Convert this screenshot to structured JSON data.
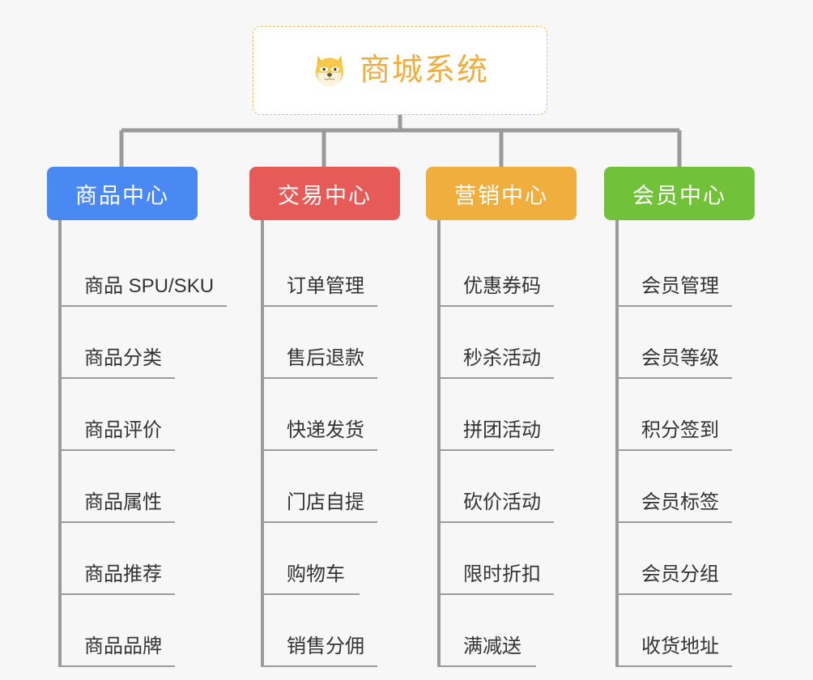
{
  "colors": {
    "background": "#f7f7f7",
    "root_border": "#f0b95a",
    "root_text": "#f0ad3e",
    "connector": "#9a9a9a",
    "leaf_text": "#333333",
    "leaf_rule": "#9a9a9a",
    "branch_blue": "#4a89f3",
    "branch_red": "#e65a58",
    "branch_orange": "#efae3e",
    "branch_green": "#72c13b"
  },
  "root": {
    "title": "商城系统",
    "icon": "dog-face-emoji"
  },
  "branches": [
    {
      "label": "商品中心",
      "color": "#4a89f3",
      "items": [
        "商品 SPU/SKU",
        "商品分类",
        "商品评价",
        "商品属性",
        "商品推荐",
        "商品品牌"
      ]
    },
    {
      "label": "交易中心",
      "color": "#e65a58",
      "items": [
        "订单管理",
        "售后退款",
        "快递发货",
        "门店自提",
        "购物车",
        "销售分佣"
      ]
    },
    {
      "label": "营销中心",
      "color": "#efae3e",
      "items": [
        "优惠券码",
        "秒杀活动",
        "拼团活动",
        "砍价活动",
        "限时折扣",
        "满减送"
      ]
    },
    {
      "label": "会员中心",
      "color": "#72c13b",
      "items": [
        "会员管理",
        "会员等级",
        "积分签到",
        "会员标签",
        "会员分组",
        "收货地址"
      ]
    }
  ]
}
